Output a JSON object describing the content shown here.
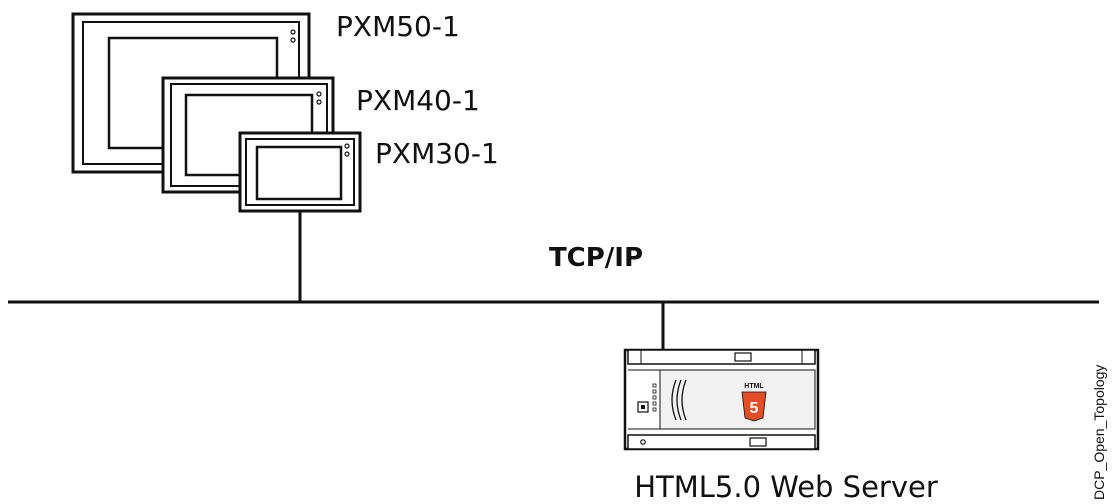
{
  "devices": [
    {
      "label": "PXM50-1"
    },
    {
      "label": "PXM40-1"
    },
    {
      "label": "PXM30-1"
    }
  ],
  "network": {
    "label": "TCP/IP"
  },
  "server": {
    "label": "HTML5.0 Web Server",
    "badge_text": "HTML",
    "badge_number": "5",
    "badge_color": "#e44d26"
  },
  "side_label": "DCP_Open_Topology",
  "colors": {
    "line": "#111111",
    "background": "#ffffff",
    "module_fill": "#f2f2f2"
  }
}
